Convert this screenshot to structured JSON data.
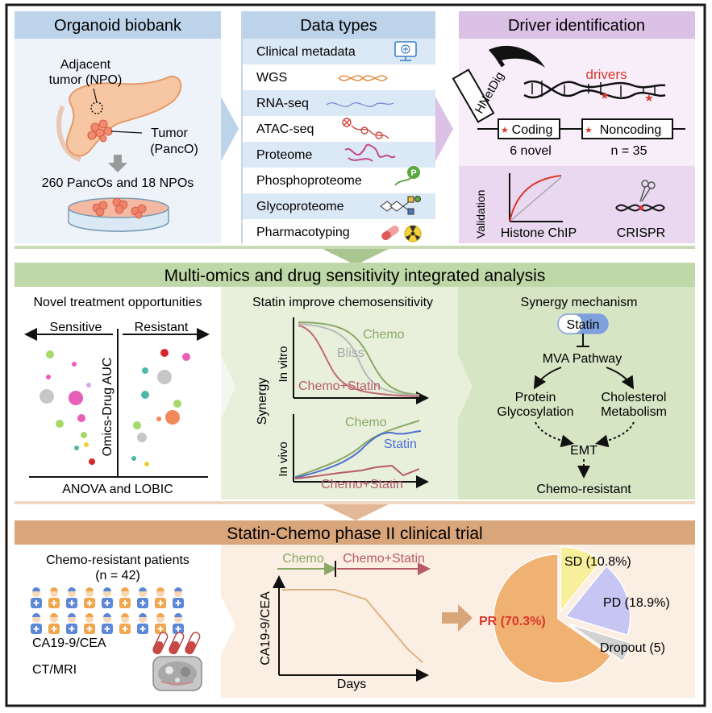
{
  "colors": {
    "border": "#1a1a1a",
    "top_header_blue": "#bcd3ea",
    "top_header_purple": "#dcc1e6",
    "panel_bg_blue": "#eef3fa",
    "panel_bg_purple": "#f7eef9",
    "green_header": "#bfd8a8",
    "green_panel": "#e8f0dc",
    "orange_header": "#d9a57a",
    "orange_panel": "#fbeee3",
    "red": "#d9372b",
    "chemo_green": "#8aa866",
    "statin_blue": "#4a6fd1",
    "chemo_statin_red": "#b85a6a",
    "pie_pr": "#f0b272",
    "pie_sd": "#f7ef9a",
    "pie_pd": "#c7c5f2",
    "pie_dropout": "#d2d2d2"
  },
  "top": {
    "biobank": {
      "title": "Organoid biobank",
      "adjacent": [
        "Adjacent",
        "tumor (NPO)"
      ],
      "tumor": [
        "Tumor",
        "(PancO)"
      ],
      "count": "260 PancOs and 18 NPOs"
    },
    "data_types": {
      "title": "Data types",
      "items": [
        {
          "label": "Clinical metadata",
          "icon": "monitor-icon"
        },
        {
          "label": "WGS",
          "icon": "dna-icon"
        },
        {
          "label": "RNA-seq",
          "icon": "rna-icon"
        },
        {
          "label": "ATAC-seq",
          "icon": "chromatin-icon"
        },
        {
          "label": "Proteome",
          "icon": "protein-icon"
        },
        {
          "label": "Phosphoproteome",
          "icon": "phospho-icon"
        },
        {
          "label": "Glycoproteome",
          "icon": "glycan-icon"
        },
        {
          "label": "Pharmacotyping",
          "icon": "pill-icon"
        }
      ],
      "phospho_badge": "P"
    },
    "driver": {
      "title": "Driver identification",
      "tool": "HNetDig",
      "drivers_label": "drivers",
      "coding": "Coding",
      "coding_count": "6 novel",
      "noncoding": "Noncoding",
      "noncoding_count": "n = 35",
      "validation": "Validation",
      "histone": "Histone ChIP",
      "crispr": "CRISPR"
    }
  },
  "middle": {
    "title": "Multi-omics and drug sensitivity integrated analysis",
    "novel": {
      "title": "Novel treatment opportunities",
      "sensitive": "Sensitive",
      "resistant": "Resistant",
      "axis": "Omics-Drug AUC",
      "bottom": "ANOVA and LOBIC"
    },
    "statin": {
      "title": "Statin improve chemosensitivity",
      "synergy": "Synergy",
      "in_vitro": "In vitro",
      "in_vivo": "In vivo",
      "chemo": "Chemo",
      "bliss": "Bliss",
      "chemo_statin": "Chemo+Statin",
      "statin": "Statin"
    },
    "mechanism": {
      "title": "Synergy mechanism",
      "statin": "Statin",
      "pathway": "MVA Pathway",
      "protein": [
        "Protein",
        "Glycosylation"
      ],
      "cholesterol": [
        "Cholesterol",
        "Metabolism"
      ],
      "emt": "EMT",
      "outcome": "Chemo-resistant"
    }
  },
  "bottom": {
    "title": "Statin-Chemo phase II clinical trial",
    "patients": [
      "Chemo-resistant patients",
      "(n = 42)"
    ],
    "ca": "CA19-9/CEA",
    "ct": "CT/MRI",
    "chemo": "Chemo",
    "chemo_statin": "Chemo+Statin",
    "yaxis": "CA19-9/CEA",
    "xaxis": "Days",
    "pie": [
      {
        "label": "PR (70.3%)",
        "value": 70.3
      },
      {
        "label": "SD (10.8%)",
        "value": 10.8
      },
      {
        "label": "PD (18.9%)",
        "value": 18.9
      },
      {
        "label": "Dropout (5)",
        "value": 5
      }
    ]
  }
}
